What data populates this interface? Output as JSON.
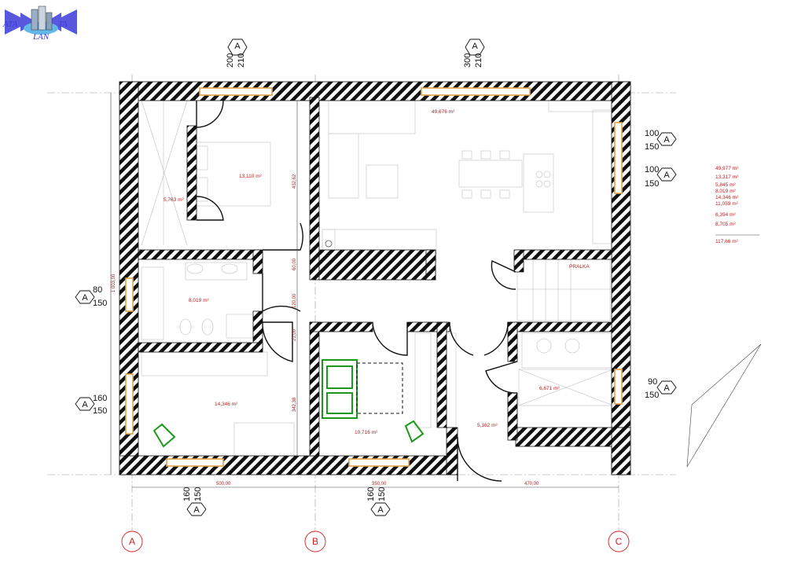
{
  "logo": {
    "top_left": "ATA",
    "top_right": "TA",
    "bottom": "LAN"
  },
  "dimensions": {
    "top_left": [
      "200",
      "210"
    ],
    "top_right": [
      "300",
      "210"
    ],
    "right_upper1": [
      "100",
      "150"
    ],
    "right_upper2": [
      "100",
      "150"
    ],
    "right_lower": [
      "90",
      "150"
    ],
    "left_upper": [
      "80",
      "150"
    ],
    "left_lower": [
      "160",
      "150"
    ],
    "bottom_left": [
      "160",
      "150"
    ],
    "bottom_mid": [
      "160",
      "150"
    ],
    "line_bottom": [
      "500,00",
      "350,00",
      "470,00"
    ],
    "line_left": "1 003,00",
    "line_inner": [
      "432,62",
      "60,00",
      "120,00",
      "21,00",
      "342,38"
    ]
  },
  "section_marker": "A",
  "rooms": {
    "living": "49,676 m²",
    "bedroom": "13,110 m²",
    "closet": "5,763 m²",
    "bath": "8,019 m²",
    "room_sw": "14,346 m²",
    "room_mid": "10,716 m²",
    "hall": "5,162 m²",
    "laundry": "6,671 m²"
  },
  "laundry_label": "PRALKA",
  "area_summary": {
    "items": [
      "49,977 m²",
      "13,317 m²",
      "5,845 m²",
      "8,019 m²",
      "14,346 m²",
      "11,059 m²",
      "6,394 m²",
      "8,705 m²"
    ],
    "total": "117,66 m²"
  },
  "axes": [
    "A",
    "B",
    "C"
  ],
  "colors": {
    "window": "#e3a34a",
    "accent": "#b22222",
    "furniture": "#1a9a1a",
    "axis": "#d42020"
  }
}
